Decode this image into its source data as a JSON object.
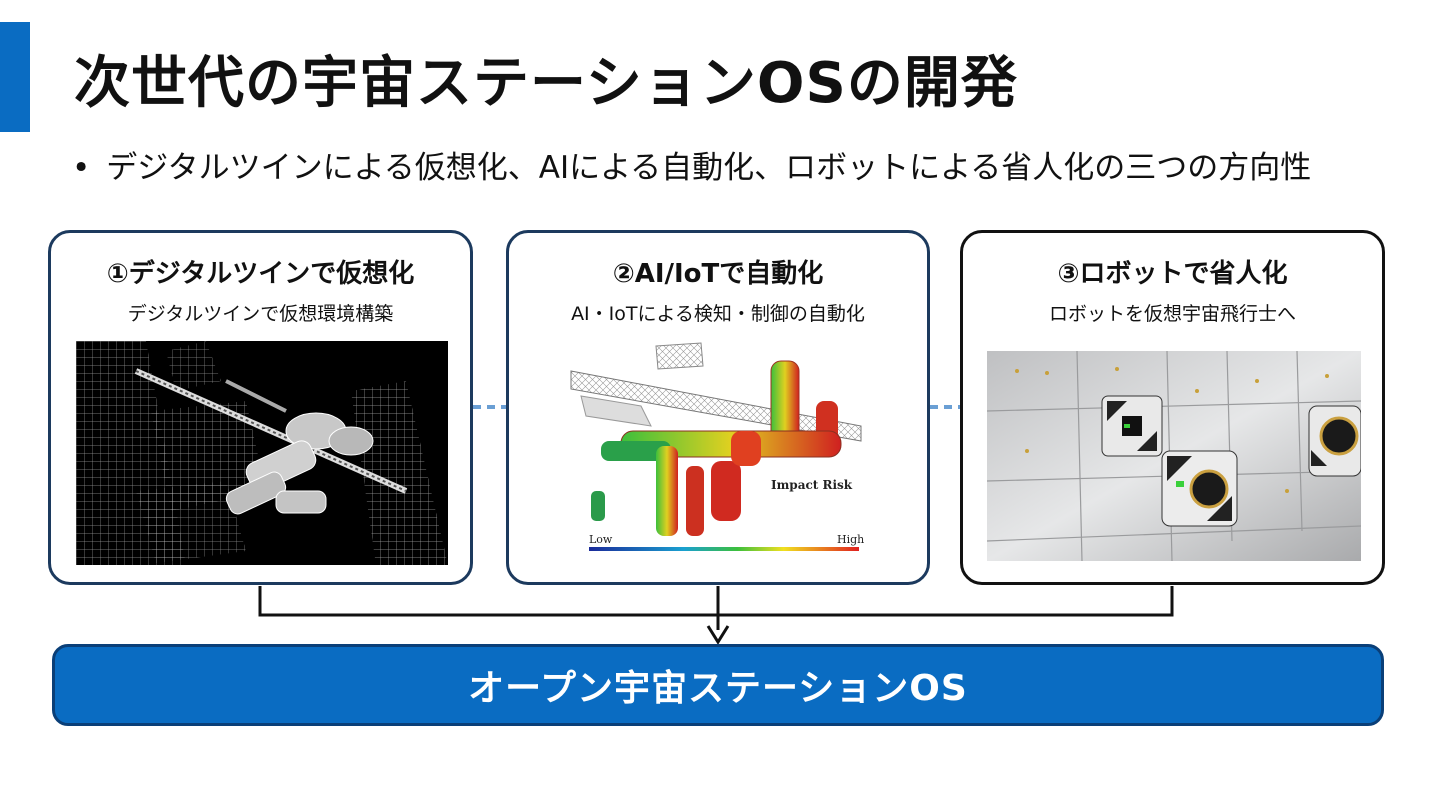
{
  "title": "次世代の宇宙ステーションOSの開発",
  "bullet": "デジタルツインによる仮想化、AIによる自動化、ロボットによる省人化の三つの方向性",
  "bullet_marker": "•",
  "cards": [
    {
      "title": "①デジタルツインで仮想化",
      "subtitle": "デジタルツインで仮想環境構築",
      "image": "iss-wireframe-image"
    },
    {
      "title": "②AI/IoTで自動化",
      "subtitle": "AI・IoTによる検知・制御の自動化",
      "image": "iss-impact-risk-heatmap",
      "image_text": {
        "label": "Impact Risk",
        "low": "Low",
        "high": "High"
      }
    },
    {
      "title": "③ロボットで省人化",
      "subtitle": "ロボットを仮想宇宙飛行士へ",
      "image": "astrobee-robots-image"
    }
  ],
  "os_bar": {
    "label": "オープン宇宙ステーションOS"
  },
  "colors": {
    "accent": "#0a6cc2",
    "card_border": "#1c3a5e",
    "connector_dashed": "#6a9fd4",
    "os_bar_text": "#ffffff"
  }
}
